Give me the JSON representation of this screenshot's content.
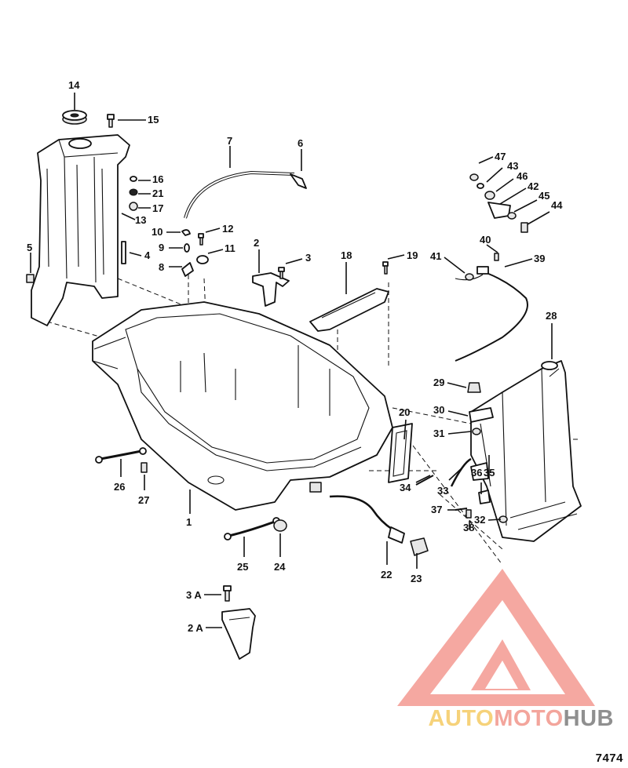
{
  "figure_number": "7474",
  "brand": {
    "part1": "AUTO",
    "part2": "MOTO",
    "part3": "HUB",
    "color_auto": "#f6d27a",
    "color_moto": "#f3a59c",
    "color_hub": "#8f8f8f",
    "logo_color": "#f28b82"
  },
  "callouts": [
    {
      "id": "c1",
      "text": "1"
    },
    {
      "id": "c2",
      "text": "2"
    },
    {
      "id": "c2a",
      "text": "2 A"
    },
    {
      "id": "c3",
      "text": "3"
    },
    {
      "id": "c3a",
      "text": "3 A"
    },
    {
      "id": "c4",
      "text": "4"
    },
    {
      "id": "c5",
      "text": "5"
    },
    {
      "id": "c6",
      "text": "6"
    },
    {
      "id": "c7",
      "text": "7"
    },
    {
      "id": "c8",
      "text": "8"
    },
    {
      "id": "c9",
      "text": "9"
    },
    {
      "id": "c10",
      "text": "10"
    },
    {
      "id": "c11",
      "text": "11"
    },
    {
      "id": "c12",
      "text": "12"
    },
    {
      "id": "c13",
      "text": "13"
    },
    {
      "id": "c14",
      "text": "14"
    },
    {
      "id": "c15",
      "text": "15"
    },
    {
      "id": "c16",
      "text": "16"
    },
    {
      "id": "c17",
      "text": "17"
    },
    {
      "id": "c18",
      "text": "18"
    },
    {
      "id": "c19",
      "text": "19"
    },
    {
      "id": "c20",
      "text": "20"
    },
    {
      "id": "c21",
      "text": "21"
    },
    {
      "id": "c22",
      "text": "22"
    },
    {
      "id": "c23",
      "text": "23"
    },
    {
      "id": "c24",
      "text": "24"
    },
    {
      "id": "c25",
      "text": "25"
    },
    {
      "id": "c26",
      "text": "26"
    },
    {
      "id": "c27",
      "text": "27"
    },
    {
      "id": "c28",
      "text": "28"
    },
    {
      "id": "c29",
      "text": "29"
    },
    {
      "id": "c30",
      "text": "30"
    },
    {
      "id": "c31",
      "text": "31"
    },
    {
      "id": "c32",
      "text": "32"
    },
    {
      "id": "c33",
      "text": "33"
    },
    {
      "id": "c34",
      "text": "34"
    },
    {
      "id": "c35",
      "text": "35"
    },
    {
      "id": "c36",
      "text": "36"
    },
    {
      "id": "c37",
      "text": "37"
    },
    {
      "id": "c38",
      "text": "38"
    },
    {
      "id": "c39",
      "text": "39"
    },
    {
      "id": "c40",
      "text": "40"
    },
    {
      "id": "c41",
      "text": "41"
    },
    {
      "id": "c42",
      "text": "42"
    },
    {
      "id": "c43",
      "text": "43"
    },
    {
      "id": "c44",
      "text": "44"
    },
    {
      "id": "c45",
      "text": "45"
    },
    {
      "id": "c46",
      "text": "46"
    },
    {
      "id": "c47",
      "text": "47"
    }
  ]
}
